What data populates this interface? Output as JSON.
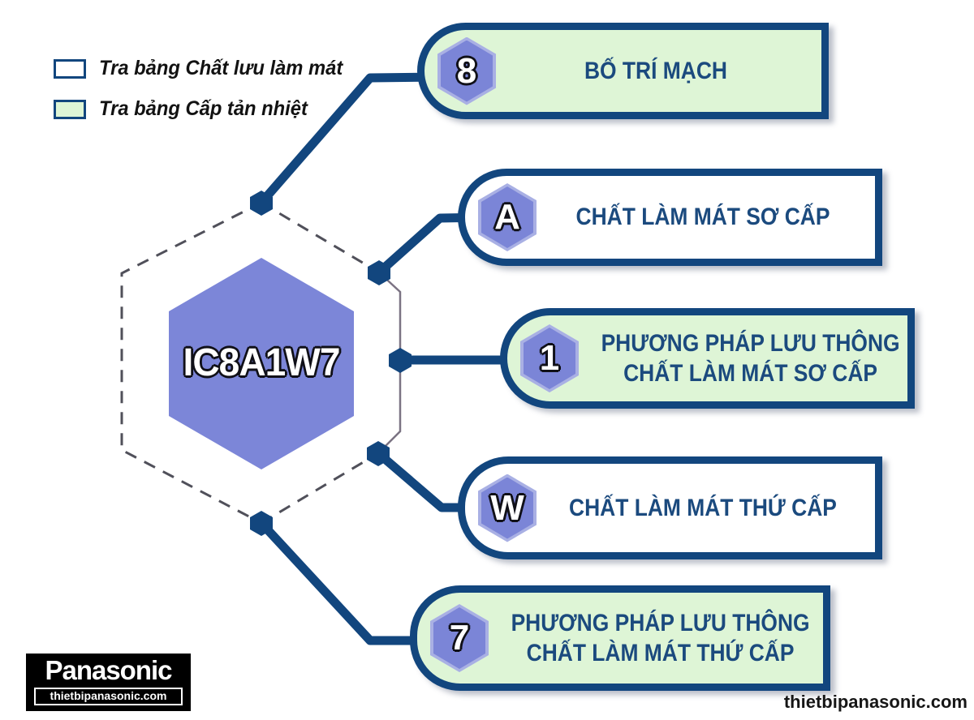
{
  "legend": {
    "items": [
      {
        "label": "Tra bảng Chất lưu làm mát",
        "swatch_color": "#ffffff"
      },
      {
        "label": "Tra bảng Cấp tản nhiệt",
        "swatch_color": "#def5d6"
      }
    ]
  },
  "center": {
    "code": "IC8A1W7"
  },
  "pills": {
    "items": [
      {
        "char": "8",
        "line1": "BỐ TRÍ MẠCH",
        "line2": ""
      },
      {
        "char": "A",
        "line1": "CHẤT LÀM MÁT SƠ CẤP",
        "line2": ""
      },
      {
        "char": "1",
        "line1": "PHƯƠNG PHÁP LƯU THÔNG",
        "line2": "CHẤT LÀM MÁT SƠ CẤP"
      },
      {
        "char": "W",
        "line1": "CHẤT LÀM MÁT THỨ CẤP",
        "line2": ""
      },
      {
        "char": "7",
        "line1": "PHƯƠNG PHÁP LƯU THÔNG",
        "line2": "CHẤT LÀM MÁT THỨ CẤP"
      }
    ]
  },
  "branding": {
    "logo_text": "Panasonic",
    "logo_site": "thietbipanasonic.com",
    "watermark": "thietbipanasonic.com"
  },
  "colors": {
    "navy": "#12467e",
    "green": "#def5d6",
    "purple": "#7b85d7",
    "purple_light": "#a9b0e4",
    "label_navy": "#1b4a7e"
  }
}
